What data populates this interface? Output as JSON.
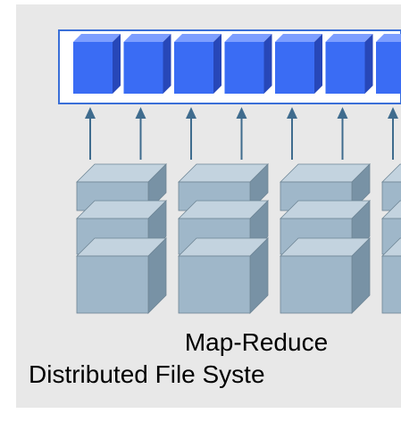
{
  "diagram": {
    "caption_line1": "Map-Reduce",
    "caption_line2": "Distributed File Syste",
    "top_block_count": 7,
    "arrow_count": 7,
    "storage_stack_count": 4,
    "cubes_per_stack": 3
  },
  "colors": {
    "panel_background": "#e8e8e8",
    "container_border": "#3a6fd8",
    "container_fill": "#ffffff",
    "block_front": "#3a6cf4",
    "block_side": "#2747b8",
    "block_top": "#7d9eff",
    "arrow": "#3f6c8e",
    "cube_front": "#9fb7c9",
    "cube_side": "#7892a5",
    "cube_top": "#c3d3df",
    "cube_edge": "#6e8595",
    "caption_text": "#000000"
  }
}
